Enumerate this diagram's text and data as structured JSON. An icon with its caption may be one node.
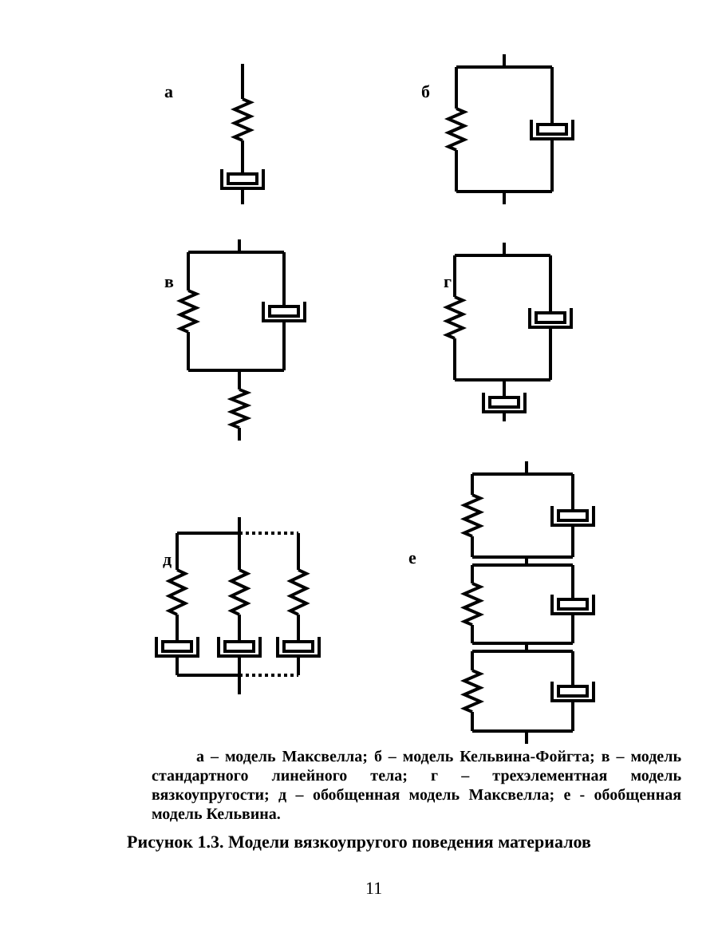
{
  "diagram": {
    "caption": "Рисунок 1.3. Модели вязкоупругого поведения материалов",
    "labels": [
      "а",
      "б",
      "в",
      "г",
      "д",
      "е",
      "а – модель Максвелла;  б – модель Кельвина-Фойгта; в – модель стандартного линейного тела; г – трехэлементная модель вязкоупругости; д – обобщенная модель Максвелла; е - обобщенная модель Кельвина.",
      "11"
    ]
  }
}
